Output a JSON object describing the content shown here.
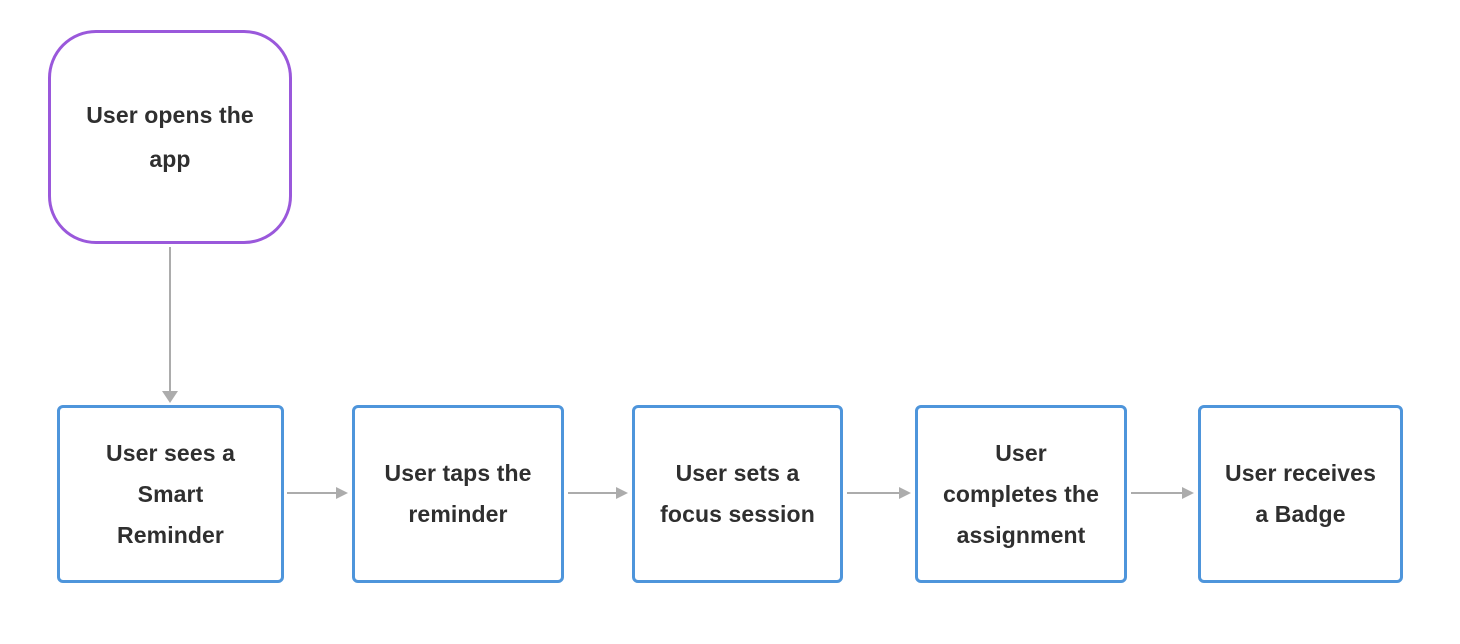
{
  "diagram": {
    "type": "flowchart",
    "start_node": {
      "label": "User opens the app",
      "lines": [
        "User opens the",
        "app"
      ]
    },
    "steps": [
      {
        "label": "User sees a Smart Reminder",
        "lines": [
          "User sees a",
          "Smart",
          "Reminder"
        ]
      },
      {
        "label": "User taps the reminder",
        "lines": [
          "User taps the",
          "reminder"
        ]
      },
      {
        "label": "User sets a focus session",
        "lines": [
          "User sets a",
          "focus session"
        ]
      },
      {
        "label": "User completes the assignment",
        "lines": [
          "User",
          "completes the",
          "assignment"
        ]
      },
      {
        "label": "User receives a Badge",
        "lines": [
          "User receives",
          "a Badge"
        ]
      }
    ],
    "connectors": [
      {
        "from": "start",
        "to": "step-1",
        "direction": "down"
      },
      {
        "from": "step-1",
        "to": "step-2",
        "direction": "right"
      },
      {
        "from": "step-2",
        "to": "step-3",
        "direction": "right"
      },
      {
        "from": "step-3",
        "to": "step-4",
        "direction": "right"
      },
      {
        "from": "step-4",
        "to": "step-5",
        "direction": "right"
      }
    ],
    "colors": {
      "start_node_border": "#9a58db",
      "step_node_border": "#4e95db",
      "arrow": "#acacac",
      "text": "#2f2f2f",
      "background": "#ffffff"
    }
  }
}
